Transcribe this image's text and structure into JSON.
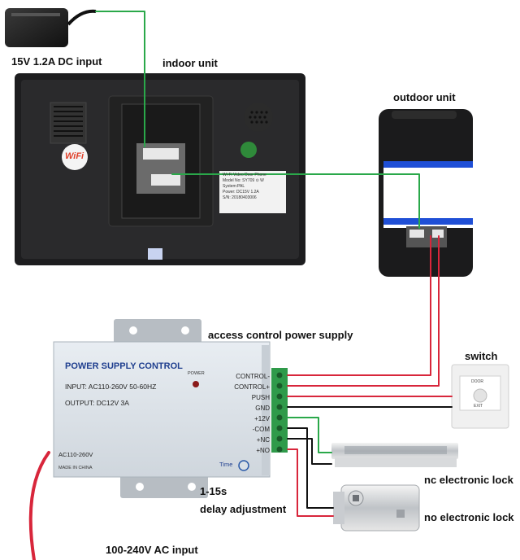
{
  "labels": {
    "dc_input": "15V 1.2A DC input",
    "indoor_unit": "indoor unit",
    "outdoor_unit": "outdoor unit",
    "power_supply": "access control power supply",
    "switch": "switch",
    "nc_lock": "nc electronic lock",
    "no_lock": "no electronic lock",
    "delay_range": "1-15s",
    "delay_adjust": "delay adjustment",
    "ac_input": "100-240V  AC input"
  },
  "psu": {
    "title": "POWER SUPPLY CONTROL",
    "input": "INPUT: AC110-260V  50-60HZ",
    "output": "OUTPUT:  DC12V   3A",
    "power_led": "POWER",
    "ac_range": "AC110-260V",
    "made_in": "MADE IN CHINA",
    "time": "Time",
    "terminals": [
      "CONTROL-",
      "CONTROL+",
      "PUSH",
      "GND",
      "+12V",
      "-COM",
      "+NC",
      "+NO"
    ]
  },
  "indoor_sticker": {
    "line1": "Wi-Fi Video Door Phone",
    "line2": "Model No: SY709  ⊙  W",
    "line3": "System:PAL",
    "line4": "Power: DC15V  1.2A",
    "line5": "S/N: 20180403006"
  },
  "wifi_badge": "WiFi",
  "exit_button": {
    "top": "DOOR",
    "bottom": "EXIT"
  },
  "colors": {
    "green_wire": "#2aa84a",
    "red_wire": "#d8263b",
    "black_wire": "#111111",
    "blue_band": "#1f4fd6"
  }
}
